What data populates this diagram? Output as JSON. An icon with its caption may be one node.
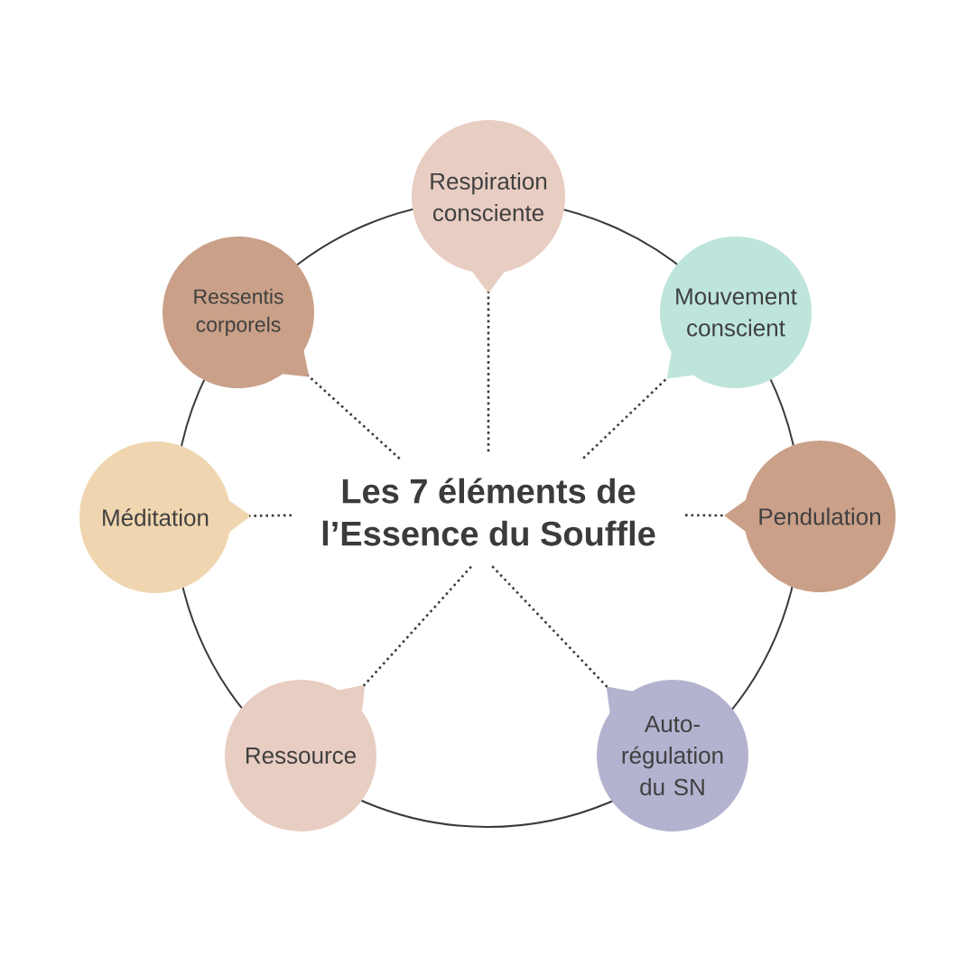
{
  "diagram": {
    "nodes": [
      {
        "text": [
          "Les 7 éléments de l’Essence du Souffle"
        ]
      },
      {
        "text": [
          "Respiration consciente"
        ]
      },
      {
        "text": [
          "Mouvement conscient"
        ]
      },
      {
        "text": [
          "Pendulation"
        ]
      },
      {
        "text": [
          "Auto-régulation du SN"
        ]
      },
      {
        "text": [
          "Ressource"
        ]
      },
      {
        "text": [
          "Méditation"
        ]
      },
      {
        "text": [
          "Ressentis corporels"
        ]
      }
    ],
    "edges": [
      {
        "from": 0,
        "to": 1,
        "arrow": "none"
      },
      {
        "from": 0,
        "to": 2,
        "arrow": "none"
      },
      {
        "from": 0,
        "to": 3,
        "arrow": "none"
      },
      {
        "from": 0,
        "to": 4,
        "arrow": "none"
      },
      {
        "from": 0,
        "to": 5,
        "arrow": "none"
      },
      {
        "from": 0,
        "to": 6,
        "arrow": "none"
      },
      {
        "from": 0,
        "to": 7,
        "arrow": "none"
      }
    ]
  }
}
